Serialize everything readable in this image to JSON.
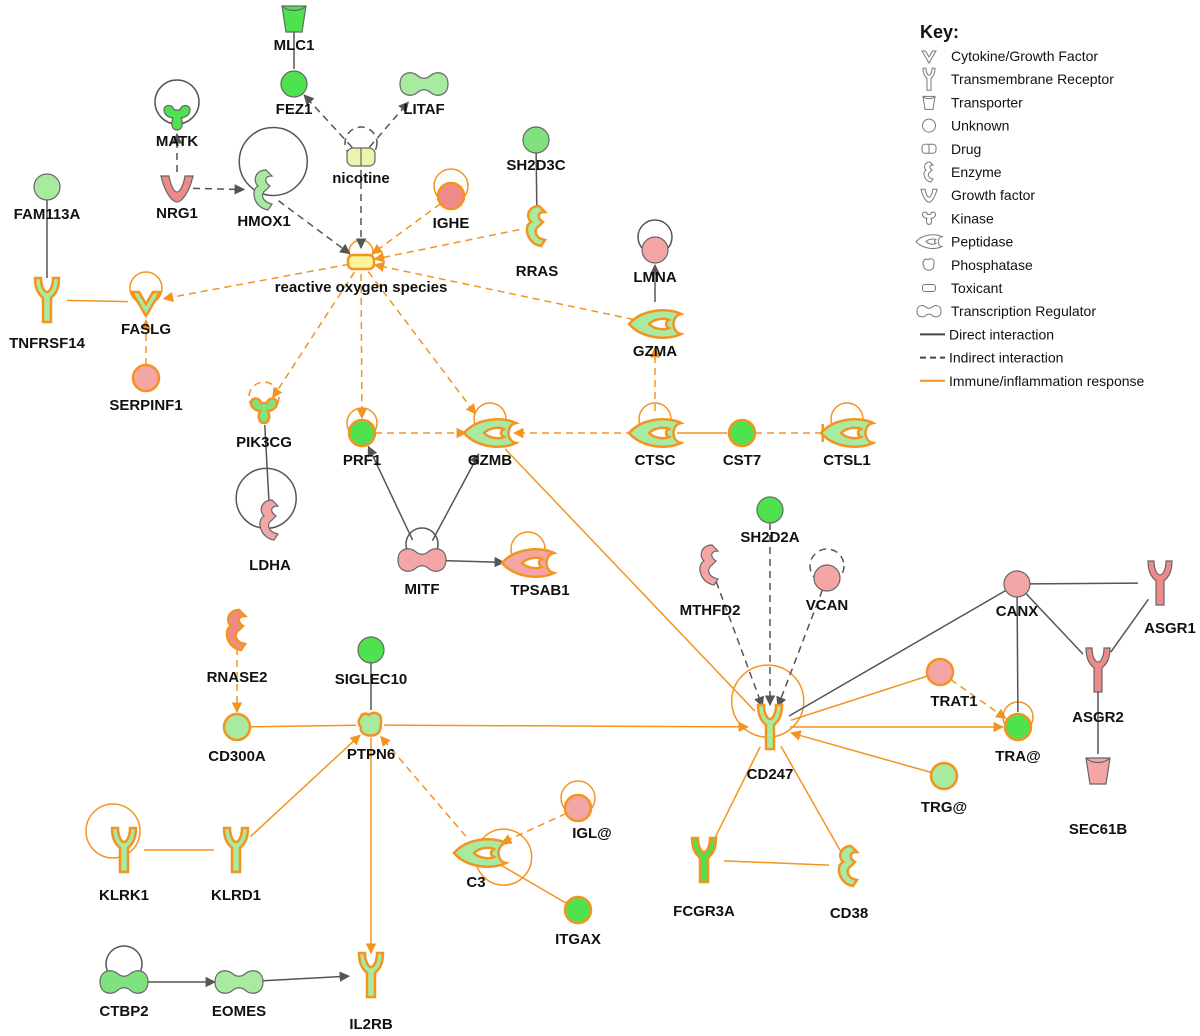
{
  "colors": {
    "green_strong": "#4fe24f",
    "green_mid": "#7fe27f",
    "green_light": "#a8eaa0",
    "red_light": "#f4a6a6",
    "red_mid": "#ee8a8a",
    "yellow": "#fbf49a",
    "yellow_light": "#eef4b0",
    "orange": "#f39421",
    "gray": "#555555"
  },
  "key": {
    "title": "Key:",
    "items": [
      {
        "icon": "cytokine-icon",
        "label": "Cytokine/Growth Factor"
      },
      {
        "icon": "transmembrane-receptor-icon",
        "label": "Transmembrane Receptor"
      },
      {
        "icon": "transporter-icon",
        "label": "Transporter"
      },
      {
        "icon": "unknown-icon",
        "label": "Unknown"
      },
      {
        "icon": "drug-icon",
        "label": "Drug"
      },
      {
        "icon": "enzyme-icon",
        "label": "Enzyme"
      },
      {
        "icon": "growth-factor-icon",
        "label": "Growth factor"
      },
      {
        "icon": "kinase-icon",
        "label": "Kinase"
      },
      {
        "icon": "peptidase-icon",
        "label": "Peptidase"
      },
      {
        "icon": "phosphatase-icon",
        "label": "Phosphatase"
      },
      {
        "icon": "toxicant-icon",
        "label": "Toxicant"
      },
      {
        "icon": "transcription-regulator-icon",
        "label": "Transcription Regulator"
      },
      {
        "icon": "direct-line-icon",
        "label": "Direct interaction"
      },
      {
        "icon": "indirect-line-icon",
        "label": "Indirect interaction"
      },
      {
        "icon": "immune-line-icon",
        "label": "Immune/inflammation response"
      }
    ]
  },
  "nodes": [
    {
      "id": "MLC1",
      "label": "MLC1",
      "shape": "transporter",
      "fill": "green_strong",
      "orange": false
    },
    {
      "id": "FEZ1",
      "label": "FEZ1",
      "shape": "circle",
      "fill": "green_strong",
      "orange": false
    },
    {
      "id": "LITAF",
      "label": "LITAF",
      "shape": "txreg",
      "fill": "green_light",
      "orange": false
    },
    {
      "id": "MATK",
      "label": "MATK",
      "shape": "kinase",
      "fill": "green_strong",
      "orange": false
    },
    {
      "id": "NRG1",
      "label": "NRG1",
      "shape": "growth",
      "fill": "red_mid",
      "orange": false
    },
    {
      "id": "HMOX1",
      "label": "HMOX1",
      "shape": "enzyme",
      "fill": "green_light",
      "orange": false
    },
    {
      "id": "nicotine",
      "label": "nicotine",
      "shape": "drug",
      "fill": "yellow_light",
      "orange": false
    },
    {
      "id": "IGHE",
      "label": "IGHE",
      "shape": "circle",
      "fill": "red_mid",
      "orange": true
    },
    {
      "id": "SH2D3C",
      "label": "SH2D3C",
      "shape": "circle",
      "fill": "green_mid",
      "orange": false
    },
    {
      "id": "RRAS",
      "label": "RRAS",
      "shape": "enzyme",
      "fill": "green_light",
      "orange": true
    },
    {
      "id": "FAM113A",
      "label": "FAM113A",
      "shape": "circle",
      "fill": "green_light",
      "orange": false
    },
    {
      "id": "ROS",
      "label": "reactive oxygen species",
      "shape": "toxicant",
      "fill": "yellow",
      "orange": true
    },
    {
      "id": "TNFRSF14",
      "label": "TNFRSF14",
      "shape": "receptor",
      "fill": "green_light",
      "orange": true
    },
    {
      "id": "FASLG",
      "label": "FASLG",
      "shape": "cytokine",
      "fill": "green_light",
      "orange": true
    },
    {
      "id": "SERPINF1",
      "label": "SERPINF1",
      "shape": "circle",
      "fill": "red_light",
      "orange": true
    },
    {
      "id": "LMNA",
      "label": "LMNA",
      "shape": "circle",
      "fill": "red_light",
      "orange": false
    },
    {
      "id": "GZMA",
      "label": "GZMA",
      "shape": "peptidase",
      "fill": "green_light",
      "orange": true
    },
    {
      "id": "PIK3CG",
      "label": "PIK3CG",
      "shape": "kinase",
      "fill": "green_mid",
      "orange": true
    },
    {
      "id": "PRF1",
      "label": "PRF1",
      "shape": "circle",
      "fill": "green_strong",
      "orange": true
    },
    {
      "id": "GZMB",
      "label": "GZMB",
      "shape": "peptidase",
      "fill": "green_light",
      "orange": true
    },
    {
      "id": "CTSC",
      "label": "CTSC",
      "shape": "peptidase",
      "fill": "green_light",
      "orange": true
    },
    {
      "id": "CST7",
      "label": "CST7",
      "shape": "circle",
      "fill": "green_strong",
      "orange": true
    },
    {
      "id": "CTSL1",
      "label": "CTSL1",
      "shape": "peptidase",
      "fill": "green_light",
      "orange": true
    },
    {
      "id": "LDHA",
      "label": "LDHA",
      "shape": "enzyme",
      "fill": "red_light",
      "orange": false
    },
    {
      "id": "MITF",
      "label": "MITF",
      "shape": "txreg",
      "fill": "red_light",
      "orange": false
    },
    {
      "id": "TPSAB1",
      "label": "TPSAB1",
      "shape": "peptidase",
      "fill": "red_light",
      "orange": true
    },
    {
      "id": "SH2D2A",
      "label": "SH2D2A",
      "shape": "circle",
      "fill": "green_strong",
      "orange": false
    },
    {
      "id": "MTHFD2",
      "label": "MTHFD2",
      "shape": "enzyme",
      "fill": "red_light",
      "orange": false
    },
    {
      "id": "VCAN",
      "label": "VCAN",
      "shape": "circle",
      "fill": "red_light",
      "orange": false
    },
    {
      "id": "CANX",
      "label": "CANX",
      "shape": "circle",
      "fill": "red_light",
      "orange": false
    },
    {
      "id": "ASGR1",
      "label": "ASGR1",
      "shape": "receptor",
      "fill": "red_mid",
      "orange": false
    },
    {
      "id": "ASGR2",
      "label": "ASGR2",
      "shape": "receptor",
      "fill": "red_mid",
      "orange": false
    },
    {
      "id": "SEC61B",
      "label": "SEC61B",
      "shape": "transporter",
      "fill": "red_light",
      "orange": false
    },
    {
      "id": "RNASE2",
      "label": "RNASE2",
      "shape": "enzyme",
      "fill": "red_mid",
      "orange": true
    },
    {
      "id": "SIGLEC10",
      "label": "SIGLEC10",
      "shape": "circle",
      "fill": "green_strong",
      "orange": false
    },
    {
      "id": "CD300A",
      "label": "CD300A",
      "shape": "circle",
      "fill": "green_light",
      "orange": true
    },
    {
      "id": "PTPN6",
      "label": "PTPN6",
      "shape": "phosphatase",
      "fill": "green_light",
      "orange": true
    },
    {
      "id": "CD247",
      "label": "CD247",
      "shape": "receptor",
      "fill": "green_light",
      "orange": true
    },
    {
      "id": "TRAT1",
      "label": "TRAT1",
      "shape": "circle",
      "fill": "red_light",
      "orange": true
    },
    {
      "id": "TRA",
      "label": "TRA@",
      "shape": "circle",
      "fill": "green_strong",
      "orange": true
    },
    {
      "id": "TRG",
      "label": "TRG@",
      "shape": "circle",
      "fill": "green_light",
      "orange": true
    },
    {
      "id": "KLRK1",
      "label": "KLRK1",
      "shape": "receptor",
      "fill": "green_light",
      "orange": true
    },
    {
      "id": "KLRD1",
      "label": "KLRD1",
      "shape": "receptor",
      "fill": "green_light",
      "orange": true
    },
    {
      "id": "IGL",
      "label": "IGL@",
      "shape": "circle",
      "fill": "red_light",
      "orange": true
    },
    {
      "id": "C3",
      "label": "C3",
      "shape": "peptidase",
      "fill": "green_light",
      "orange": true
    },
    {
      "id": "ITGAX",
      "label": "ITGAX",
      "shape": "circle",
      "fill": "green_strong",
      "orange": true
    },
    {
      "id": "FCGR3A",
      "label": "FCGR3A",
      "shape": "receptor",
      "fill": "green_strong",
      "orange": true
    },
    {
      "id": "CD38",
      "label": "CD38",
      "shape": "enzyme",
      "fill": "green_light",
      "orange": true
    },
    {
      "id": "CTBP2",
      "label": "CTBP2",
      "shape": "txreg",
      "fill": "green_mid",
      "orange": false
    },
    {
      "id": "EOMES",
      "label": "EOMES",
      "shape": "txreg",
      "fill": "green_light",
      "orange": false
    },
    {
      "id": "IL2RB",
      "label": "IL2RB",
      "shape": "receptor",
      "fill": "green_light",
      "orange": true
    }
  ],
  "edges": [
    {
      "from": "MLC1",
      "to": "FEZ1",
      "style": "direct",
      "arrow": false
    },
    {
      "from": "nicotine",
      "to": "FEZ1",
      "style": "indirect",
      "arrow": true
    },
    {
      "from": "nicotine",
      "to": "LITAF",
      "style": "indirect",
      "arrow": true
    },
    {
      "from": "nicotine",
      "to": "ROS",
      "style": "indirect",
      "arrow": true
    },
    {
      "from": "NRG1",
      "to": "MATK",
      "style": "indirect",
      "arrow": true
    },
    {
      "from": "NRG1",
      "to": "HMOX1",
      "style": "indirect",
      "arrow": true
    },
    {
      "from": "HMOX1",
      "to": "ROS",
      "style": "indirect",
      "arrow": true
    },
    {
      "from": "IGHE",
      "to": "ROS",
      "style": "immune-indirect",
      "arrow": true
    },
    {
      "from": "SH2D3C",
      "to": "RRAS",
      "style": "direct",
      "arrow": false
    },
    {
      "from": "RRAS",
      "to": "ROS",
      "style": "immune-indirect",
      "arrow": true
    },
    {
      "from": "FAM113A",
      "to": "TNFRSF14",
      "style": "direct",
      "arrow": false
    },
    {
      "from": "TNFRSF14",
      "to": "FASLG",
      "style": "immune",
      "arrow": false
    },
    {
      "from": "SERPINF1",
      "to": "FASLG",
      "style": "immune-indirect",
      "arrow": true
    },
    {
      "from": "ROS",
      "to": "FASLG",
      "style": "immune-indirect",
      "arrow": true
    },
    {
      "from": "GZMA",
      "to": "ROS",
      "style": "immune-indirect",
      "arrow": true
    },
    {
      "from": "GZMA",
      "to": "LMNA",
      "style": "direct",
      "arrow": true
    },
    {
      "from": "ROS",
      "to": "PIK3CG",
      "style": "immune-indirect",
      "arrow": true
    },
    {
      "from": "ROS",
      "to": "PRF1",
      "style": "immune-indirect",
      "arrow": true
    },
    {
      "from": "ROS",
      "to": "GZMB",
      "style": "immune-indirect",
      "arrow": true
    },
    {
      "from": "PRF1",
      "to": "GZMB",
      "style": "immune-indirect",
      "arrow": true
    },
    {
      "from": "CTSC",
      "to": "GZMB",
      "style": "immune-indirect",
      "arrow": true
    },
    {
      "from": "CTSC",
      "to": "GZMA",
      "style": "immune-indirect",
      "arrow": true
    },
    {
      "from": "CTSC",
      "to": "CST7",
      "style": "immune",
      "arrow": false
    },
    {
      "from": "CST7",
      "to": "CTSL1",
      "style": "immune-indirect",
      "arrow": "bar"
    },
    {
      "from": "PIK3CG",
      "to": "LDHA",
      "style": "direct",
      "arrow": false
    },
    {
      "from": "MITF",
      "to": "PRF1",
      "style": "direct",
      "arrow": true
    },
    {
      "from": "MITF",
      "to": "GZMB",
      "style": "direct",
      "arrow": true
    },
    {
      "from": "MITF",
      "to": "TPSAB1",
      "style": "direct",
      "arrow": true
    },
    {
      "from": "GZMB",
      "to": "CD247",
      "style": "immune",
      "arrow": false
    },
    {
      "from": "SH2D2A",
      "to": "CD247",
      "style": "indirect",
      "arrow": true
    },
    {
      "from": "MTHFD2",
      "to": "CD247",
      "style": "indirect",
      "arrow": true
    },
    {
      "from": "VCAN",
      "to": "CD247",
      "style": "indirect",
      "arrow": true
    },
    {
      "from": "CANX",
      "to": "CD247",
      "style": "direct",
      "arrow": false
    },
    {
      "from": "CANX",
      "to": "ASGR1",
      "style": "direct",
      "arrow": false
    },
    {
      "from": "CANX",
      "to": "ASGR2",
      "style": "direct",
      "arrow": false
    },
    {
      "from": "CANX",
      "to": "TRA",
      "style": "direct",
      "arrow": false
    },
    {
      "from": "ASGR1",
      "to": "ASGR2",
      "style": "direct",
      "arrow": false
    },
    {
      "from": "ASGR2",
      "to": "SEC61B",
      "style": "direct",
      "arrow": false
    },
    {
      "from": "TRAT1",
      "to": "CD247",
      "style": "immune",
      "arrow": false
    },
    {
      "from": "TRAT1",
      "to": "TRA",
      "style": "immune-indirect",
      "arrow": true
    },
    {
      "from": "CD247",
      "to": "TRA",
      "style": "immune",
      "arrow": true
    },
    {
      "from": "TRG",
      "to": "CD247",
      "style": "immune",
      "arrow": true
    },
    {
      "from": "RNASE2",
      "to": "CD300A",
      "style": "immune-indirect",
      "arrow": true
    },
    {
      "from": "SIGLEC10",
      "to": "PTPN6",
      "style": "direct",
      "arrow": false
    },
    {
      "from": "CD300A",
      "to": "PTPN6",
      "style": "immune",
      "arrow": false
    },
    {
      "from": "PTPN6",
      "to": "CD247",
      "style": "immune",
      "arrow": true
    },
    {
      "from": "KLRK1",
      "to": "KLRD1",
      "style": "immune",
      "arrow": false
    },
    {
      "from": "KLRD1",
      "to": "PTPN6",
      "style": "immune",
      "arrow": true
    },
    {
      "from": "C3",
      "to": "PTPN6",
      "style": "immune-indirect",
      "arrow": true
    },
    {
      "from": "PTPN6",
      "to": "IL2RB",
      "style": "immune",
      "arrow": true
    },
    {
      "from": "IGL",
      "to": "C3",
      "style": "immune-indirect",
      "arrow": true
    },
    {
      "from": "ITGAX",
      "to": "C3",
      "style": "immune",
      "arrow": false
    },
    {
      "from": "FCGR3A",
      "to": "CD247",
      "style": "immune",
      "arrow": false
    },
    {
      "from": "FCGR3A",
      "to": "CD38",
      "style": "immune",
      "arrow": false
    },
    {
      "from": "CD38",
      "to": "CD247",
      "style": "immune",
      "arrow": false
    },
    {
      "from": "CTBP2",
      "to": "EOMES",
      "style": "direct",
      "arrow": true
    },
    {
      "from": "EOMES",
      "to": "IL2RB",
      "style": "direct",
      "arrow": true
    }
  ],
  "self_loops": [
    {
      "node": "MATK",
      "style": "direct"
    },
    {
      "node": "HMOX1",
      "style": "direct"
    },
    {
      "node": "nicotine",
      "style": "indirect"
    },
    {
      "node": "IGHE",
      "style": "immune"
    },
    {
      "node": "ROS",
      "style": "immune"
    },
    {
      "node": "FASLG",
      "style": "immune"
    },
    {
      "node": "LMNA",
      "style": "direct"
    },
    {
      "node": "PIK3CG",
      "style": "immune-indirect"
    },
    {
      "node": "PRF1",
      "style": "immune"
    },
    {
      "node": "GZMB",
      "style": "immune"
    },
    {
      "node": "CTSC",
      "style": "immune"
    },
    {
      "node": "CTSL1",
      "style": "immune"
    },
    {
      "node": "LDHA",
      "style": "direct"
    },
    {
      "node": "MITF",
      "style": "direct"
    },
    {
      "node": "TPSAB1",
      "style": "immune"
    },
    {
      "node": "VCAN",
      "style": "indirect"
    },
    {
      "node": "CD247",
      "style": "immune"
    },
    {
      "node": "TRA",
      "style": "immune"
    },
    {
      "node": "KLRK1",
      "style": "immune"
    },
    {
      "node": "IGL",
      "style": "immune"
    },
    {
      "node": "C3",
      "style": "immune"
    },
    {
      "node": "CTBP2",
      "style": "direct"
    }
  ]
}
